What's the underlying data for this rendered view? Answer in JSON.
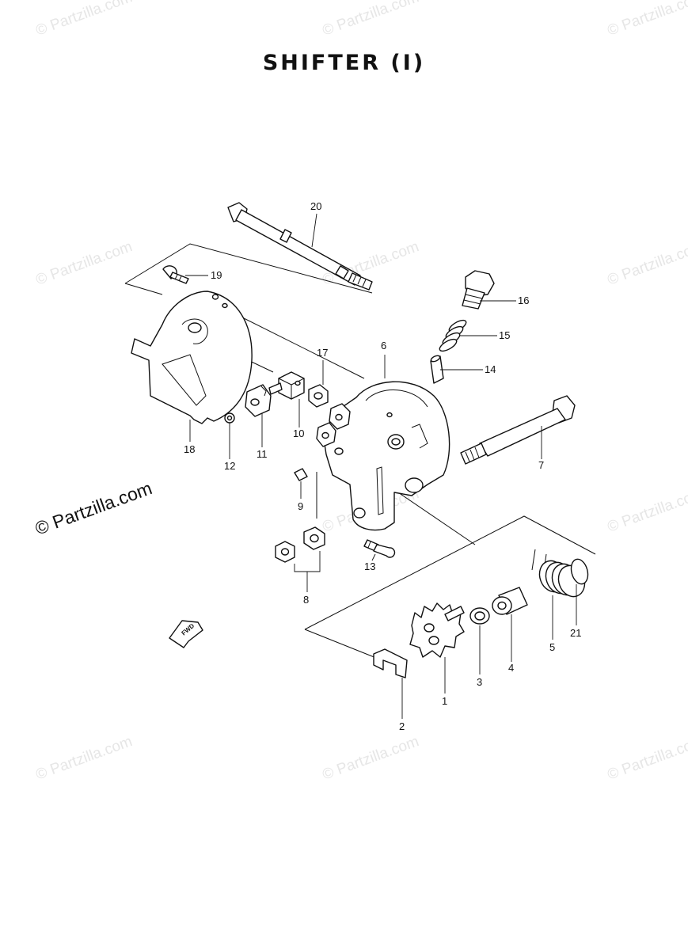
{
  "title": "SHIFTER (I)",
  "watermark": {
    "text": "© Partzilla.com",
    "color": "#e6e6e6"
  },
  "direction_marker": "FWD",
  "callouts": {
    "p1": "1",
    "p2": "2",
    "p3": "3",
    "p4": "4",
    "p5": "5",
    "p6": "6",
    "p7": "7",
    "p8": "8",
    "p9": "9",
    "p10": "10",
    "p11": "11",
    "p12": "12",
    "p13": "13",
    "p14": "14",
    "p15": "15",
    "p16": "16",
    "p17": "17",
    "p18": "18",
    "p19": "19",
    "p20": "20",
    "p21": "21"
  }
}
